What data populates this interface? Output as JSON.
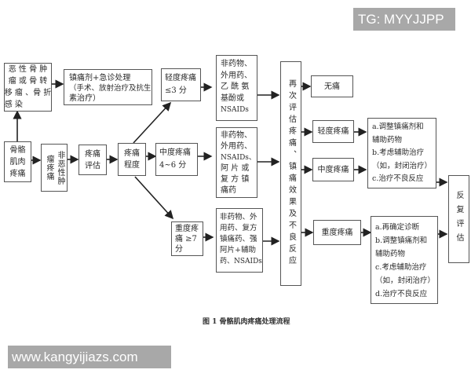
{
  "watermarks": {
    "top_right": "TG: MYYJJPP",
    "bottom_left": "www.kangyijiazs.com"
  },
  "caption": "图 1   骨骼肌肉疼痛处理流程",
  "nodes": {
    "start": {
      "lines": [
        "骨骼",
        "肌肉",
        "疼痛"
      ]
    },
    "malignant": {
      "lines": [
        "恶 性 骨 肿",
        "瘤 或 骨 转",
        "移 瘤 、骨 折",
        "感 染"
      ]
    },
    "malignant_tx": {
      "lines": [
        "镇痛剂+急诊处理",
        "（手术、放射治疗及抗生",
        "素治疗）"
      ]
    },
    "nonmalignant": {
      "text": "非恶性肿瘤疼痛"
    },
    "assess": {
      "lines": [
        "疼痛",
        "评估"
      ]
    },
    "degree": {
      "lines": [
        "疼痛",
        "程度"
      ]
    },
    "mild": {
      "lines": [
        "轻度疼痛",
        "≤3 分"
      ]
    },
    "moderate": {
      "lines": [
        "中度疼痛",
        "4~6 分"
      ]
    },
    "severe": {
      "lines": [
        "重度疼",
        "痛  ≥7",
        "分"
      ]
    },
    "mild_tx": {
      "lines": [
        "非药物、",
        "外用药、",
        "乙 酰 氨",
        "基酚或",
        "NSAIDs"
      ]
    },
    "moderate_tx": {
      "lines": [
        "非药物、",
        "外用药、",
        "NSAIDs、",
        "阿 片 或",
        "复 方 镇",
        "痛药"
      ]
    },
    "severe_tx": {
      "lines": [
        "非药物、外",
        "用药、复方",
        "镇痛药、强",
        "阿片+辅助",
        "药、NSAIDs"
      ]
    },
    "reassess": {
      "text": "再次评估疼痛、镇痛效果及不良反应"
    },
    "r_none": {
      "text": "无痛"
    },
    "r_mild": {
      "text": "轻度疼痛"
    },
    "r_moderate": {
      "text": "中度疼痛"
    },
    "r_severe": {
      "text": "重度疼痛"
    },
    "adjust_mm": {
      "lines": [
        "a.调整镇痛剂和",
        "辅助药物",
        "b.考虑辅助治疗",
        "（如，封闭治疗）",
        "c.治疗不良反应"
      ]
    },
    "adjust_severe": {
      "lines": [
        "a.再确定诊断",
        "b.调整镇痛剂和",
        "辅助药物",
        "c.考虑辅助治疗",
        "（如，封闭治疗）",
        "d.治疗不良反应"
      ]
    },
    "repeat": {
      "text": "反复评估"
    }
  },
  "colors": {
    "line": "#333333",
    "border": "#555555",
    "watermark_bg": "#a8a8a8"
  }
}
